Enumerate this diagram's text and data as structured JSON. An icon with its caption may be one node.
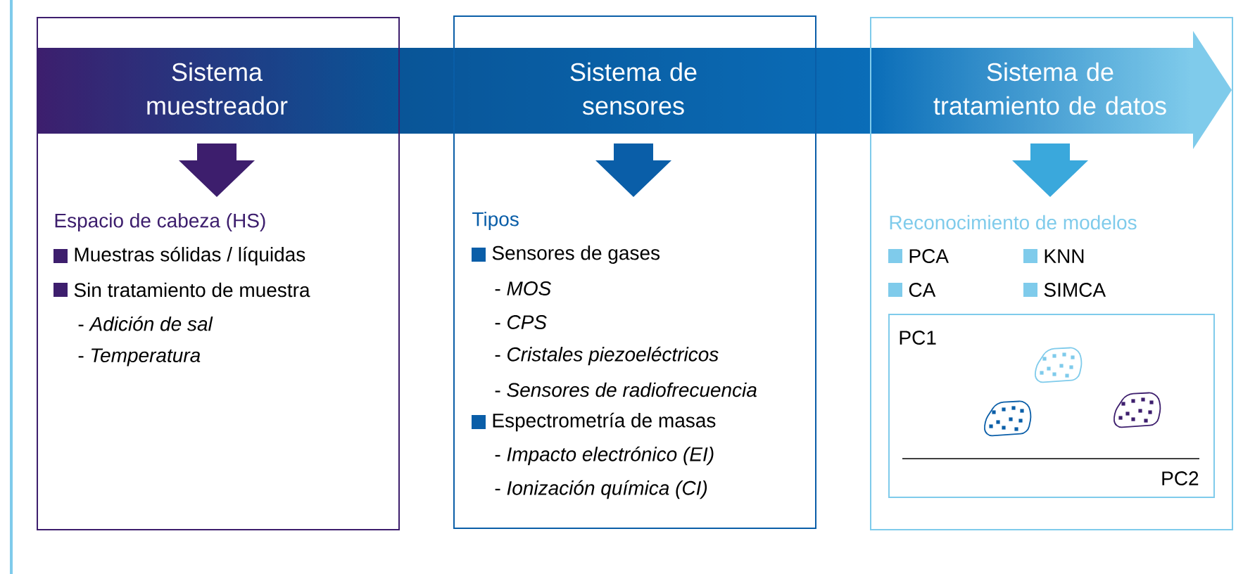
{
  "diagram": {
    "nodes": [
      {
        "text": [
          "Sistema muestreador",
          "Espacio de cabeza (HS)",
          "Muestras sólidas / líquidas",
          "Sin tratamiento de muestra",
          "- *Adición de sal*",
          "- *Temperatura*"
        ]
      },
      {
        "text": [
          "Sistema de sensores",
          "Tipos",
          "Sensores de gases",
          "- *MOS*",
          "- *CPS*",
          "- *Cristales piezoeléctricos*",
          "- *Sensores de radiofrecuencia*",
          "Espectrometría de masas",
          "- *Impacto electrónico (EI)*",
          "- *Ionización química (CI)*"
        ]
      },
      {
        "text": [
          "Sistema de tratamiento de datos",
          "Reconocimiento de modelos",
          "PCA",
          "KNN",
          "CA",
          "SIMCA"
        ]
      },
      {
        "text": [
          "PC1",
          "PC2"
        ],
        "in": 2
      }
    ]
  }
}
